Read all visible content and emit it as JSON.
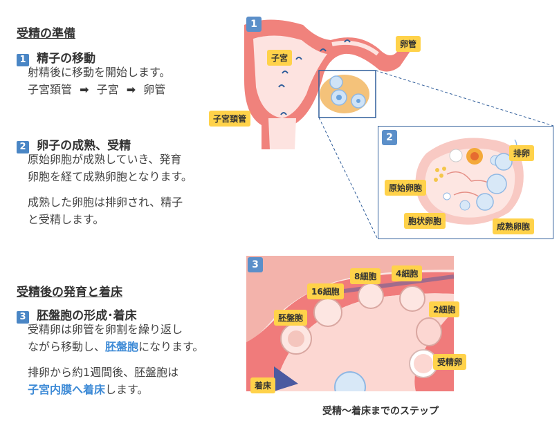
{
  "section1": {
    "heading": "受精の準備",
    "step1": {
      "num": "1",
      "title": "精子の移動",
      "line1": "射精後に移動を開始します。",
      "route": [
        "子宮頚管",
        "子宮",
        "卵管"
      ]
    },
    "step2": {
      "num": "2",
      "title": "卵子の成熟、受精",
      "line1": "原始卵胞が成熟していき、発育",
      "line2": "卵胞を経て成熟卵胞となります。",
      "line3": "成熟した卵胞は排卵され、精子",
      "line4": "と受精します。"
    }
  },
  "section2": {
    "heading": "受精後の発育と着床",
    "step3": {
      "num": "3",
      "title": "胚盤胞の形成･着床",
      "line1": "受精卵は卵管を卵割を繰り返し",
      "line2_pre": "ながら移動し、",
      "line2_hl": "胚盤胞",
      "line2_post": "になります。",
      "line3": "排卵から約1週間後、胚盤胞は",
      "line4_hl": "子宮内膜へ着床",
      "line4_post": "します。"
    }
  },
  "panel1": {
    "num": "1",
    "labels": {
      "uterus": "子宮",
      "tube": "卵管",
      "cervix": "子宮頚管"
    }
  },
  "panel2": {
    "num": "2",
    "labels": {
      "ovulation": "排卵",
      "primordial": "原始卵胞",
      "antral": "胞状卵胞",
      "mature": "成熟卵胞"
    }
  },
  "panel3": {
    "num": "3",
    "labels": {
      "implant": "着床",
      "blastocyst": "胚盤胞",
      "c16": "16細胞",
      "c8": "8細胞",
      "c4": "4細胞",
      "c2": "2細胞",
      "fertilized": "受精卵"
    }
  },
  "caption": "受精～着床までのステップ",
  "colors": {
    "accent": "#3d8ad6",
    "label": "#ffd24a",
    "tissue": "#f07b7b",
    "badge": "#4a86c5"
  }
}
